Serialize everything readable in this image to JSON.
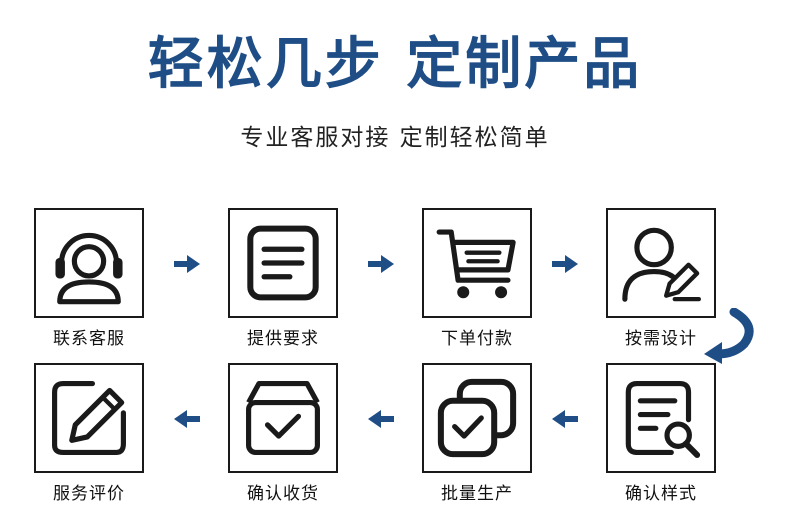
{
  "header": {
    "title": "轻松几步 定制产品",
    "subtitle": "专业客服对接 定制轻松简单"
  },
  "steps": [
    {
      "label": "联系客服",
      "icon": "headset-agent-icon"
    },
    {
      "label": "提供要求",
      "icon": "document-list-icon"
    },
    {
      "label": "下单付款",
      "icon": "shopping-cart-icon"
    },
    {
      "label": "按需设计",
      "icon": "user-edit-icon"
    },
    {
      "label": "确认样式",
      "icon": "document-search-icon"
    },
    {
      "label": "批量生产",
      "icon": "stacked-check-icon"
    },
    {
      "label": "确认收货",
      "icon": "package-check-icon"
    },
    {
      "label": "服务评价",
      "icon": "pencil-review-icon"
    }
  ],
  "colors": {
    "title": "#1f4d86",
    "arrow": "#1f4d86",
    "icon": "#1a1a1a"
  }
}
